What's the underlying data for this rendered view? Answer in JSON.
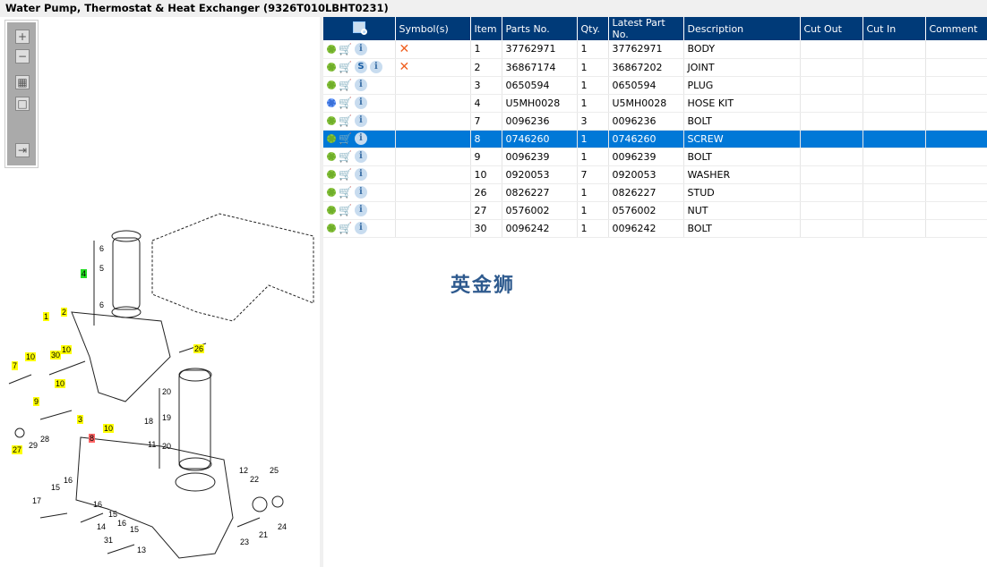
{
  "title": "Water Pump, Thermostat & Heat Exchanger (9326T010LBHT0231)",
  "toolbar": {
    "zoom_in": "+",
    "zoom_out": "−",
    "fit": "▦",
    "actual": "□",
    "expand": "⇥"
  },
  "columns": [
    "",
    "Symbol(s)",
    "Item",
    "Parts No.",
    "Qty.",
    "Latest Part No.",
    "Description",
    "Cut Out",
    "Cut In",
    "Comment"
  ],
  "rows": [
    {
      "item": "1",
      "part": "37762971",
      "qty": "1",
      "latest": "37762971",
      "desc": "BODY",
      "symbol": "✕",
      "s": false,
      "gear": "green"
    },
    {
      "item": "2",
      "part": "36867174",
      "qty": "1",
      "latest": "36867202",
      "desc": "JOINT",
      "symbol": "✕",
      "s": true,
      "gear": "green"
    },
    {
      "item": "3",
      "part": "0650594",
      "qty": "1",
      "latest": "0650594",
      "desc": "PLUG",
      "symbol": "",
      "s": false,
      "gear": "green"
    },
    {
      "item": "4",
      "part": "U5MH0028",
      "qty": "1",
      "latest": "U5MH0028",
      "desc": "HOSE KIT",
      "symbol": "",
      "s": false,
      "gear": "blue"
    },
    {
      "item": "7",
      "part": "0096236",
      "qty": "3",
      "latest": "0096236",
      "desc": "BOLT",
      "symbol": "",
      "s": false,
      "gear": "green"
    },
    {
      "item": "8",
      "part": "0746260",
      "qty": "1",
      "latest": "0746260",
      "desc": "SCREW",
      "symbol": "",
      "s": false,
      "gear": "green",
      "selected": true
    },
    {
      "item": "9",
      "part": "0096239",
      "qty": "1",
      "latest": "0096239",
      "desc": "BOLT",
      "symbol": "",
      "s": false,
      "gear": "green"
    },
    {
      "item": "10",
      "part": "0920053",
      "qty": "7",
      "latest": "0920053",
      "desc": "WASHER",
      "symbol": "",
      "s": false,
      "gear": "green"
    },
    {
      "item": "26",
      "part": "0826227",
      "qty": "1",
      "latest": "0826227",
      "desc": "STUD",
      "symbol": "",
      "s": false,
      "gear": "green"
    },
    {
      "item": "27",
      "part": "0576002",
      "qty": "1",
      "latest": "0576002",
      "desc": "NUT",
      "symbol": "",
      "s": false,
      "gear": "green"
    },
    {
      "item": "30",
      "part": "0096242",
      "qty": "1",
      "latest": "0096242",
      "desc": "BOLT",
      "symbol": "",
      "s": false,
      "gear": "green"
    }
  ],
  "icons": {
    "s": "S",
    "info": "i",
    "cart": "🛒"
  },
  "watermark": "英金狮",
  "callouts": [
    "6",
    "5",
    "4",
    "6",
    "1",
    "2",
    "26",
    "7",
    "10",
    "30",
    "10",
    "10",
    "20",
    "9",
    "18",
    "19",
    "3",
    "10",
    "8",
    "27",
    "29",
    "28",
    "20",
    "11",
    "16",
    "15",
    "12",
    "22",
    "25",
    "17",
    "16",
    "15",
    "14",
    "21",
    "24",
    "23",
    "31",
    "15",
    "16",
    "13"
  ]
}
